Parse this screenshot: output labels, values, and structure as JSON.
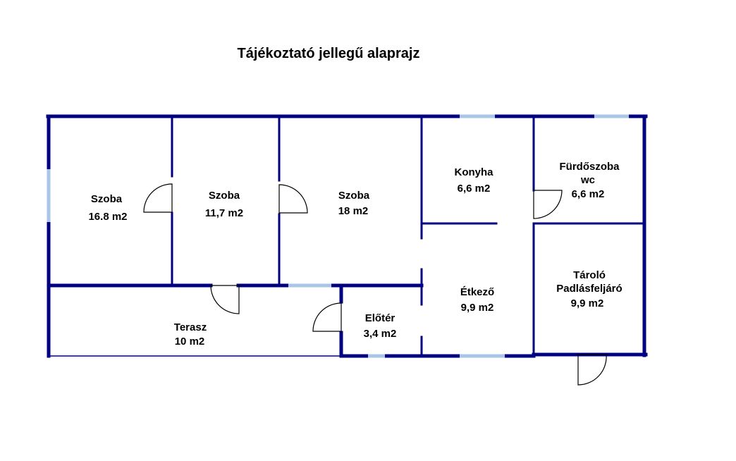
{
  "title": "Tájékoztató jellegű alaprajz",
  "colors": {
    "wall": "#000080",
    "window": "#a9c6e6",
    "door": "#000000",
    "background": "#ffffff"
  },
  "rooms": [
    {
      "id": "szoba-1",
      "name": "Szoba",
      "area": "16.8 m2"
    },
    {
      "id": "szoba-2",
      "name": "Szoba",
      "area": "11,7 m2"
    },
    {
      "id": "szoba-3",
      "name": "Szoba",
      "area": "18 m2"
    },
    {
      "id": "konyha",
      "name": "Konyha",
      "area": "6,6 m2"
    },
    {
      "id": "furdoszoba",
      "name": "Fürdőszoba",
      "name2": "wc",
      "area": "6,6 m2"
    },
    {
      "id": "etkezo",
      "name": "Étkező",
      "area": "9,9 m2"
    },
    {
      "id": "tarolo",
      "name": "Tároló",
      "name2": "Padlásfeljáró",
      "area": "9,9 m2"
    },
    {
      "id": "eloter",
      "name": "Előtér",
      "area": "3,4 m2"
    },
    {
      "id": "terasz",
      "name": "Terasz",
      "area": "10 m2"
    }
  ]
}
